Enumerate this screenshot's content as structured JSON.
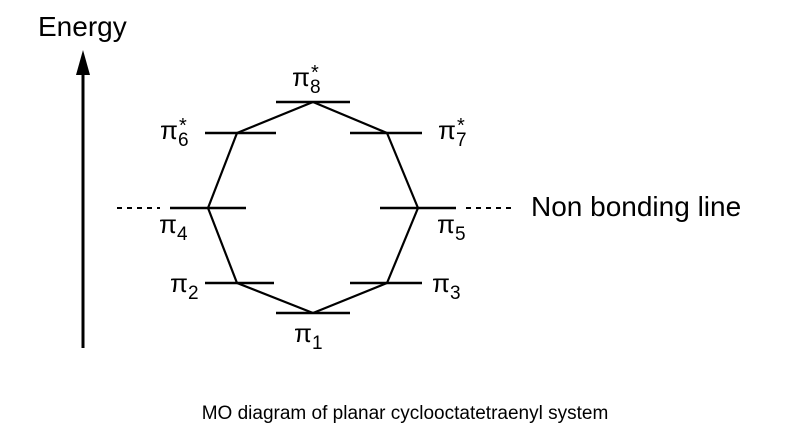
{
  "axis": {
    "label": "Energy"
  },
  "non_bonding_label": "Non bonding line",
  "orbitals": [
    {
      "id": "pi1",
      "symbol": "π",
      "index": "1",
      "star": ""
    },
    {
      "id": "pi2",
      "symbol": "π",
      "index": "2",
      "star": ""
    },
    {
      "id": "pi3",
      "symbol": "π",
      "index": "3",
      "star": ""
    },
    {
      "id": "pi4",
      "symbol": "π",
      "index": "4",
      "star": ""
    },
    {
      "id": "pi5",
      "symbol": "π",
      "index": "5",
      "star": ""
    },
    {
      "id": "pi6",
      "symbol": "π",
      "index": "6",
      "star": "*"
    },
    {
      "id": "pi7",
      "symbol": "π",
      "index": "7",
      "star": "*"
    },
    {
      "id": "pi8",
      "symbol": "π",
      "index": "8",
      "star": "*"
    }
  ],
  "caption": "MO diagram of planar cyclooctatetraenyl system"
}
